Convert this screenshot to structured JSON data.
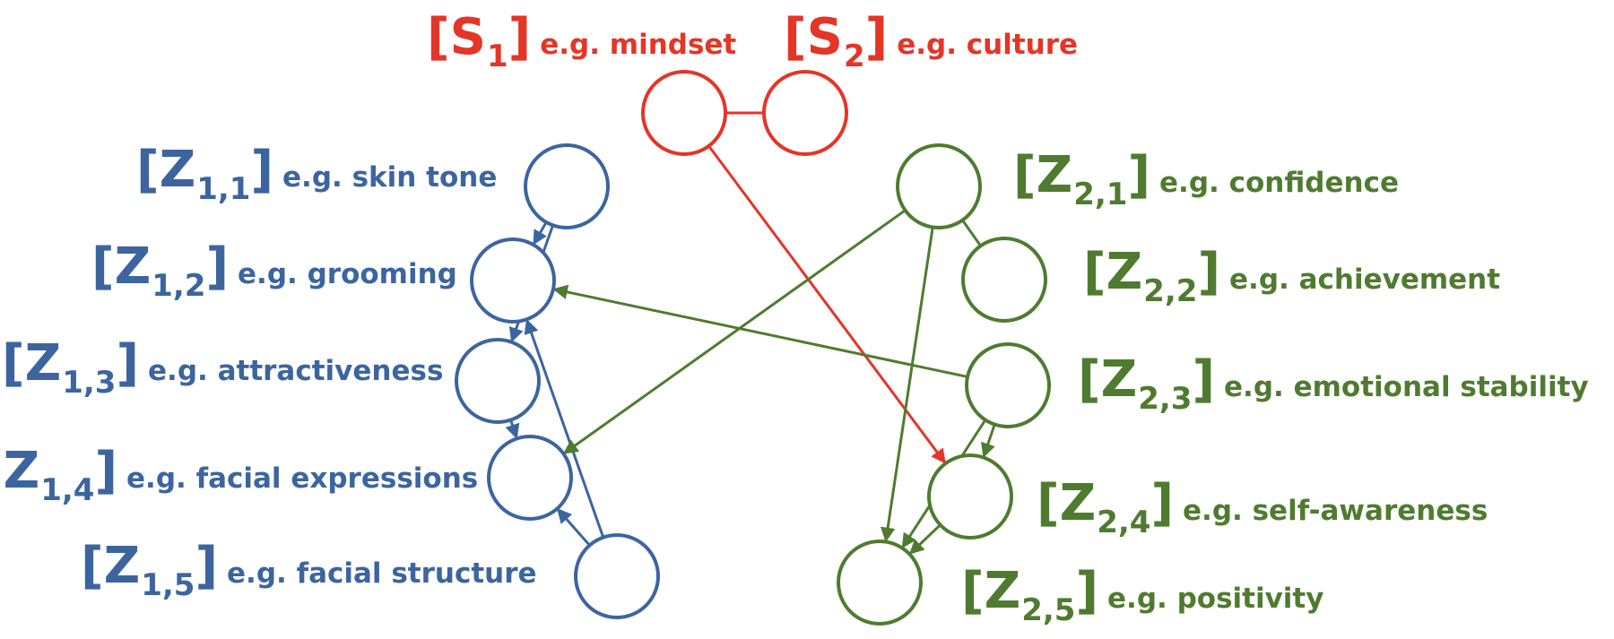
{
  "colors": {
    "blue": "#3c65a0",
    "green": "#4f7b30",
    "red": "#e43527"
  },
  "nodes": {
    "s1": {
      "sym": "S",
      "sub": "1",
      "example": "e.g. mindset"
    },
    "s2": {
      "sym": "S",
      "sub": "2",
      "example": "e.g. culture"
    },
    "z11": {
      "sym": "Z",
      "sub": "1,1",
      "example": "e.g. skin tone"
    },
    "z12": {
      "sym": "Z",
      "sub": "1,2",
      "example": "e.g. grooming"
    },
    "z13": {
      "sym": "Z",
      "sub": "1,3",
      "example": "e.g. attractiveness"
    },
    "z14": {
      "sym": "Z",
      "sub": "1,4",
      "example": "e.g. facial expressions"
    },
    "z15": {
      "sym": "Z",
      "sub": "1,5",
      "example": "e.g. facial structure"
    },
    "z21": {
      "sym": "Z",
      "sub": "2,1",
      "example": "e.g. confidence"
    },
    "z22": {
      "sym": "Z",
      "sub": "2,2",
      "example": "e.g. achievement"
    },
    "z23": {
      "sym": "Z",
      "sub": "2,3",
      "example": "e.g. emotional stability"
    },
    "z24": {
      "sym": "Z",
      "sub": "2,4",
      "example": "e.g. self-awareness"
    },
    "z25": {
      "sym": "Z",
      "sub": "2,5",
      "example": "e.g. positivity"
    }
  },
  "edges": [
    {
      "from": "s1",
      "to": "s2",
      "kind": "undirected"
    },
    {
      "from": "s1",
      "to": "z24",
      "kind": "directed"
    },
    {
      "from": "z11",
      "to": "z12",
      "kind": "directed"
    },
    {
      "from": "z11",
      "to": "z13",
      "kind": "directed"
    },
    {
      "from": "z13",
      "to": "z14",
      "kind": "directed"
    },
    {
      "from": "z15",
      "to": "z14",
      "kind": "directed"
    },
    {
      "from": "z15",
      "to": "z12",
      "kind": "directed"
    },
    {
      "from": "z21",
      "to": "z22",
      "kind": "undirected"
    },
    {
      "from": "z21",
      "to": "z14",
      "kind": "directed"
    },
    {
      "from": "z21",
      "to": "z25",
      "kind": "directed"
    },
    {
      "from": "z23",
      "to": "z12",
      "kind": "directed"
    },
    {
      "from": "z23",
      "to": "z24",
      "kind": "directed"
    },
    {
      "from": "z23",
      "to": "z25",
      "kind": "directed"
    },
    {
      "from": "z24",
      "to": "z25",
      "kind": "directed"
    }
  ]
}
